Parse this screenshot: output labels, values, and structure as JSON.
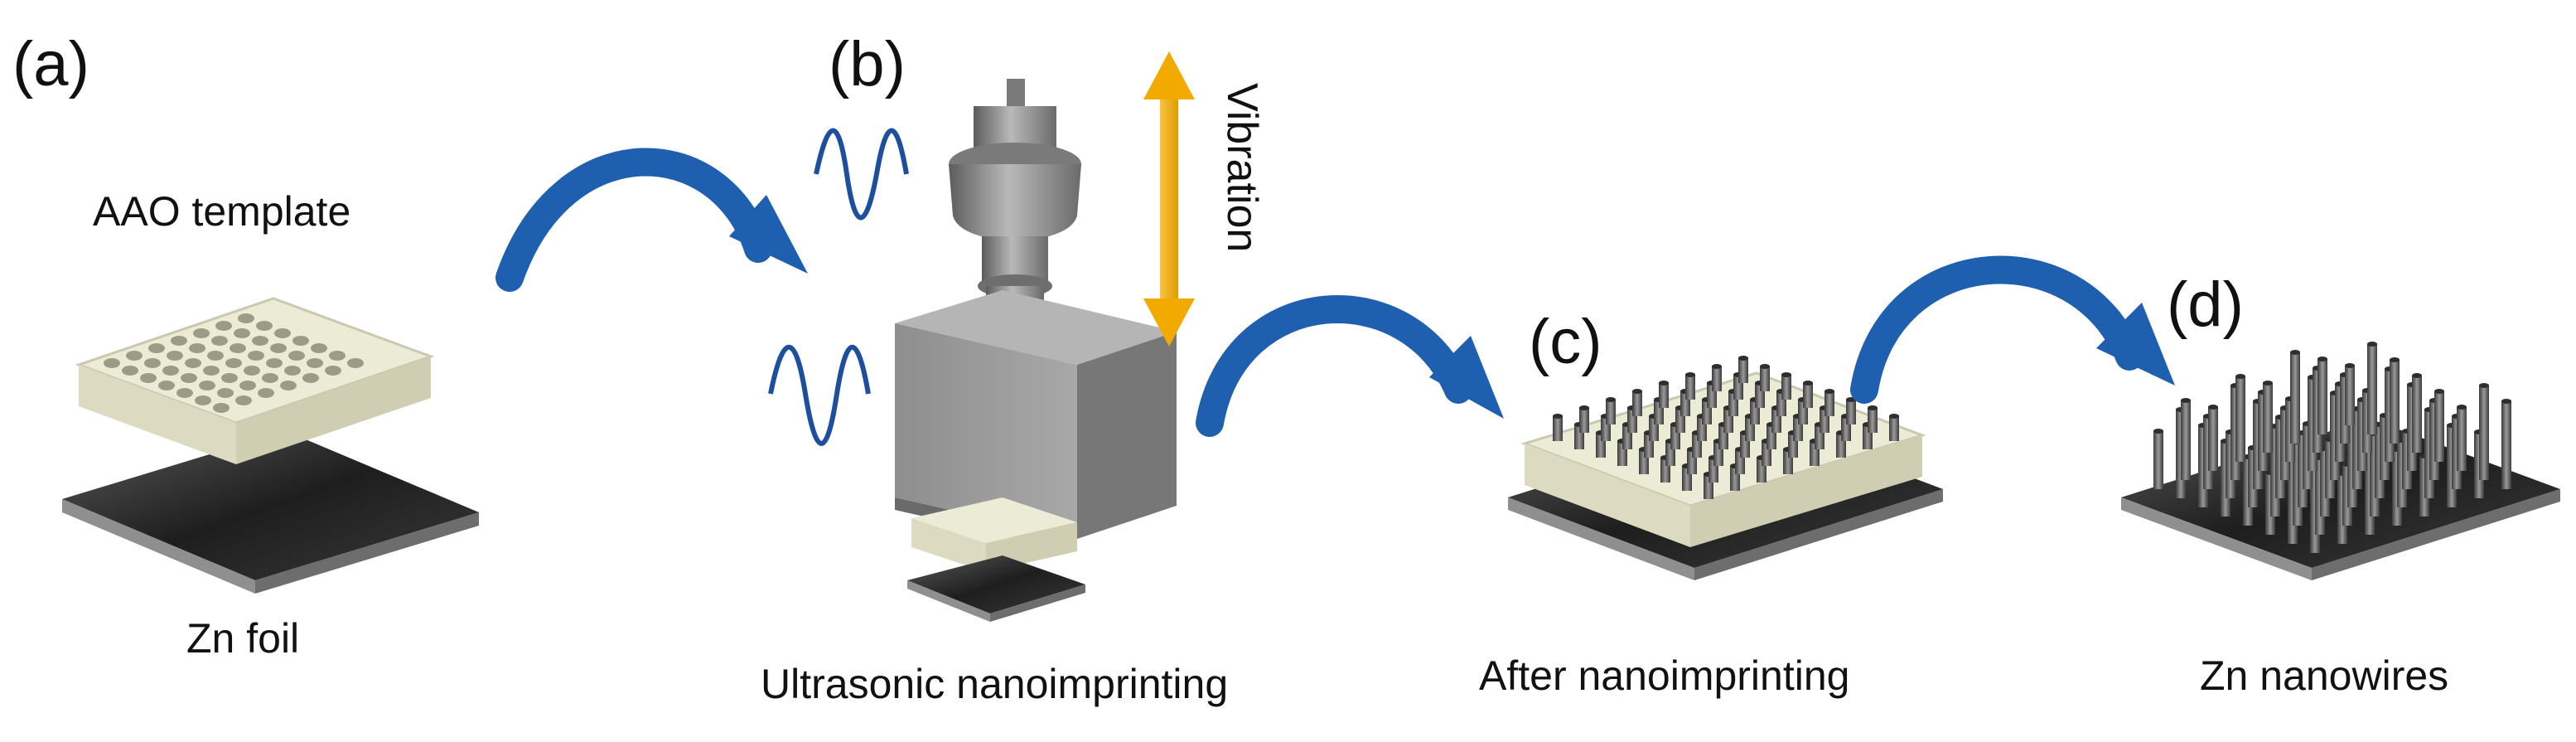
{
  "panels": {
    "a": {
      "letter": "(a)",
      "template_label": "AAO template",
      "foil_label": "Zn foil"
    },
    "b": {
      "letter": "(b)",
      "caption": "Ultrasonic nanoimprinting",
      "vibration_label": "Vibration"
    },
    "c": {
      "letter": "(c)",
      "caption": "After nanoimprinting"
    },
    "d": {
      "letter": "(d)",
      "caption": "Zn nanowires"
    }
  },
  "colors": {
    "arrow_blue": "#1f5fb0",
    "vibration_arrow": "#f2a900",
    "wave": "#1d4f9e",
    "template_ivory": "#ecebd6",
    "foil_dark": "#2c2c2c",
    "horn_steel": "#8a8a8a",
    "nanowire": "#555555"
  }
}
